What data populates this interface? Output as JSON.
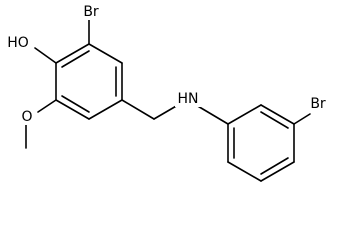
{
  "molecule": {
    "atoms": {
      "br_phenol": "Br",
      "hydroxyl": "HO",
      "methoxy_oxygen": "O",
      "amine": "HN",
      "br_aniline": "Br"
    }
  }
}
